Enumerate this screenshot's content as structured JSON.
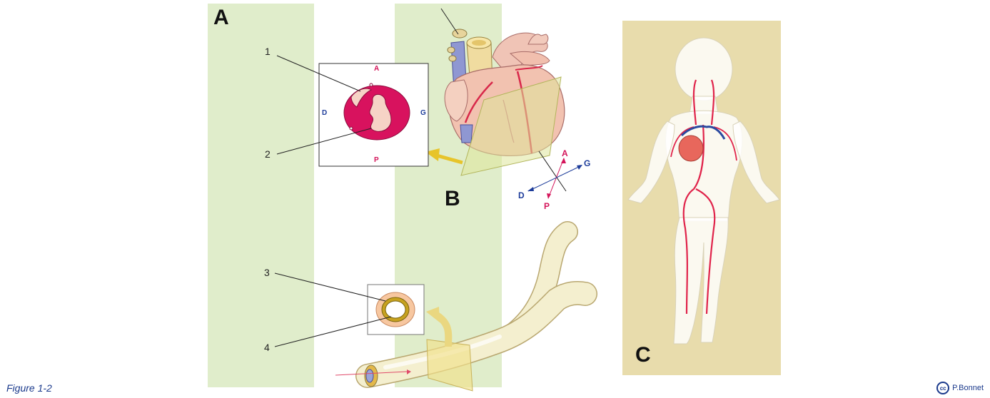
{
  "panels": {
    "a": "A",
    "b": "B",
    "c": "C"
  },
  "callouts": [
    "1",
    "2",
    "3",
    "4"
  ],
  "section_orientation": {
    "anterior": "A",
    "posterior": "P",
    "right": "D",
    "left": "G"
  },
  "axis_orientation": {
    "anterior": "A",
    "posterior": "P",
    "right": "D",
    "left": "G"
  },
  "caption": "Figure 1-2",
  "credit": {
    "badge": "cc",
    "author": "P.Bonnet"
  },
  "colors": {
    "band": "#e0edcb",
    "panel_c_background": "#e8dcac",
    "myocardium": "#d8125e",
    "artery": "#e0234a",
    "vein": "#2b4aa0",
    "vessel_wall": "#f4efcf",
    "arrow": "#e7c42a",
    "anterior_posterior": "#d4145a",
    "right_left": "#1d3c9a"
  }
}
